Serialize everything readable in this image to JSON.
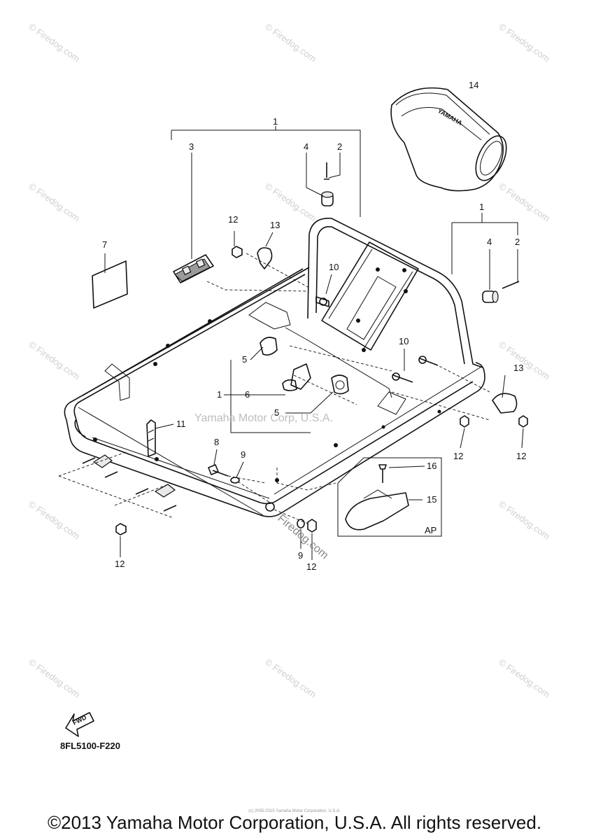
{
  "diagram_code": "8FL5100-F220",
  "copyright": "©2013 Yamaha Motor Corporation, U.S.A. All rights reserved.",
  "small_notice": "(c) 2005-2015 Yamaha Motor Corporation, U.S.A.",
  "watermark_center": "Yamaha Motor Corp, U.S.A.",
  "watermark_firedog": "Firedog.com",
  "watermark_tile": "© Firedog.com",
  "fwd_label": "FWD",
  "ap_label": "AP",
  "badge_text": "YAMAHA",
  "callouts": {
    "c1_top": "1",
    "c3": "3",
    "c4_top": "4",
    "c2_top": "2",
    "c14": "14",
    "c12_a": "12",
    "c13_a": "13",
    "c7": "7",
    "c10_a": "10",
    "c1_right": "1",
    "c4_right": "4",
    "c2_right": "2",
    "c10_b": "10",
    "c13_b": "13",
    "c5_a": "5",
    "c1_left": "1",
    "c6": "6",
    "c5_b": "5",
    "c11": "11",
    "c8": "8",
    "c9_a": "9",
    "c12_b": "12",
    "c12_c": "12",
    "c16": "16",
    "c15": "15",
    "c12_d": "12",
    "c9_b": "9",
    "c12_e": "12"
  }
}
